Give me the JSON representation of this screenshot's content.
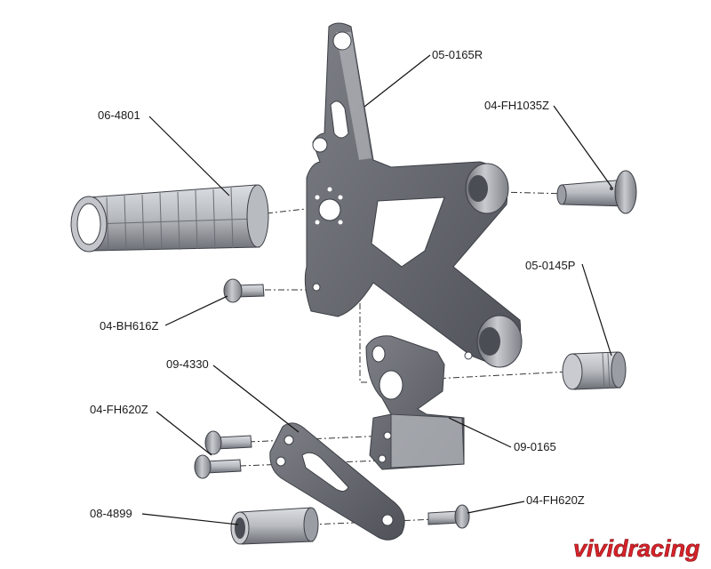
{
  "labels": {
    "bracket_main": "05-0165R",
    "grip": "06-4801",
    "pivot_bolt": "04-FH1035Z",
    "spacer_small": "05-0145P",
    "button_bolt": "04-BH616Z",
    "heel_plate": "09-4330",
    "mount_block": "09-0165",
    "flat_bolts_left": "04-FH620Z",
    "spacer_long": "08-4899",
    "flat_bolt_right": "04-FH620Z"
  },
  "brand": {
    "logo_text": "vividracing",
    "color": "#d8232a"
  },
  "colors": {
    "metal_light": "#d4d6da",
    "metal_mid": "#a3a6ac",
    "metal_dark": "#5f6268"
  }
}
